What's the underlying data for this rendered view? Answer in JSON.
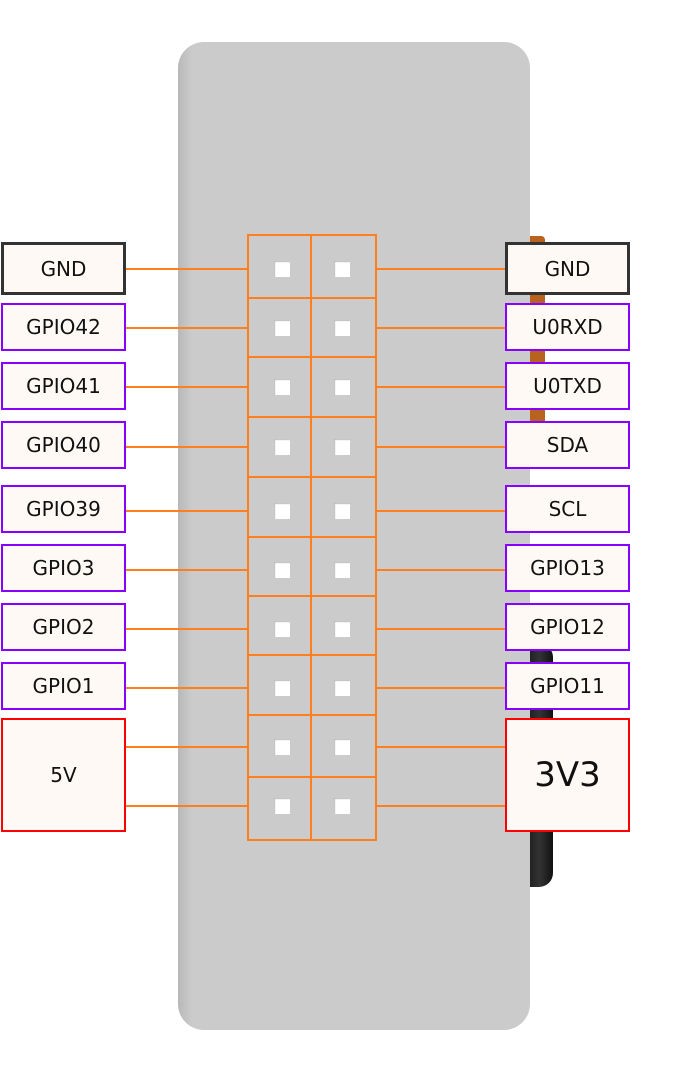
{
  "colors": {
    "wire": "#ff7f1e",
    "gpio_border": "#8800ff",
    "gnd_border": "#333333",
    "power_border": "#ff0000",
    "label_fill": "#fff9f5",
    "board": "#cbcbcb"
  },
  "left_pins": [
    {
      "label": "GND",
      "kind": "gnd"
    },
    {
      "label": "GPIO42",
      "kind": "gpio"
    },
    {
      "label": "GPIO41",
      "kind": "gpio"
    },
    {
      "label": "GPIO40",
      "kind": "gpio"
    },
    {
      "label": "GPIO39",
      "kind": "gpio"
    },
    {
      "label": "GPIO3",
      "kind": "gpio"
    },
    {
      "label": "GPIO2",
      "kind": "gpio"
    },
    {
      "label": "GPIO1",
      "kind": "gpio"
    },
    {
      "label": "5V",
      "kind": "power"
    }
  ],
  "right_pins": [
    {
      "label": "GND",
      "kind": "gnd"
    },
    {
      "label": "U0RXD",
      "kind": "gpio"
    },
    {
      "label": "U0TXD",
      "kind": "gpio"
    },
    {
      "label": "SDA",
      "kind": "gpio"
    },
    {
      "label": "SCL",
      "kind": "gpio"
    },
    {
      "label": "GPIO13",
      "kind": "gpio"
    },
    {
      "label": "GPIO12",
      "kind": "gpio"
    },
    {
      "label": "GPIO11",
      "kind": "gpio"
    },
    {
      "label": "3V3",
      "kind": "power"
    }
  ]
}
